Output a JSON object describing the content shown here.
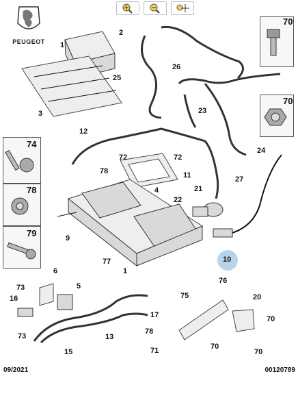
{
  "brand": "PEUGEOT",
  "footer": {
    "date": "09/2021",
    "ref": "00120789"
  },
  "side_panels": [
    "70",
    "70",
    "74",
    "78",
    "79"
  ],
  "callouts": {
    "c1a": "1",
    "c2": "2",
    "c3": "3",
    "c25": "25",
    "c26": "26",
    "c23": "23",
    "c24": "24",
    "c12": "12",
    "c78a": "78",
    "c72a": "72",
    "c72b": "72",
    "c4": "4",
    "c11": "11",
    "c27": "27",
    "c21": "21",
    "c22": "22",
    "c9": "9",
    "c77": "77",
    "c1b": "1",
    "c10": "10",
    "c76": "76",
    "c75": "75",
    "c6": "6",
    "c73a": "73",
    "c5": "5",
    "c16": "16",
    "c73b": "73",
    "c17": "17",
    "c13": "13",
    "c78b": "78",
    "c15": "15",
    "c20": "20",
    "c70a": "70",
    "c70b": "70",
    "c70c": "70",
    "c71": "71"
  },
  "colors": {
    "highlight": "#b8d3ea"
  }
}
